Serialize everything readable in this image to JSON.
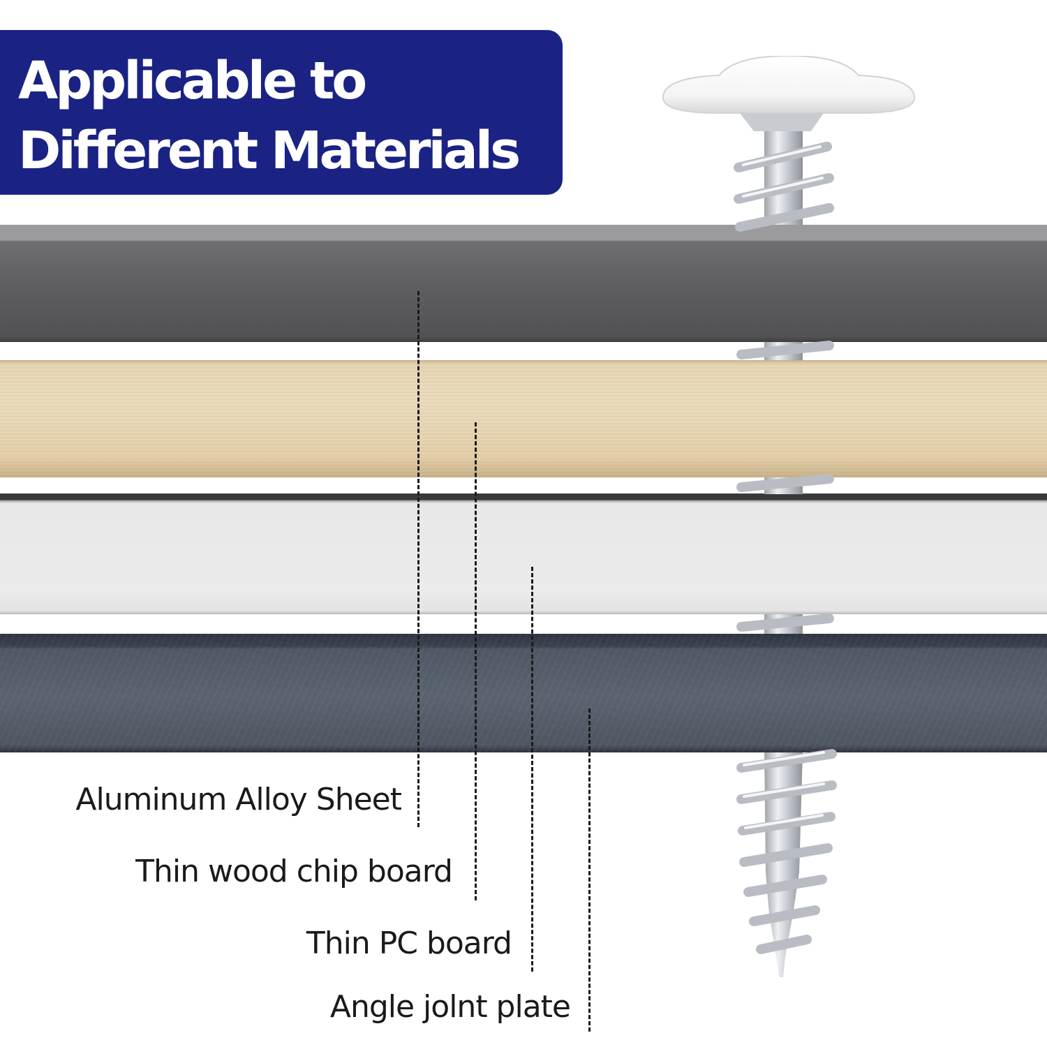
{
  "banner": {
    "line1": "Applicable to",
    "line2": "Different Materials",
    "color": "#1a2383"
  },
  "materials": [
    {
      "label": "Aluminum Alloy Sheet"
    },
    {
      "label": "Thin wood chip board"
    },
    {
      "label": "Thin PC board"
    },
    {
      "label": "Angle jolnt plate"
    }
  ],
  "screw": {
    "head_color": "#ffffff",
    "shank_color": "#c9ccd0"
  }
}
